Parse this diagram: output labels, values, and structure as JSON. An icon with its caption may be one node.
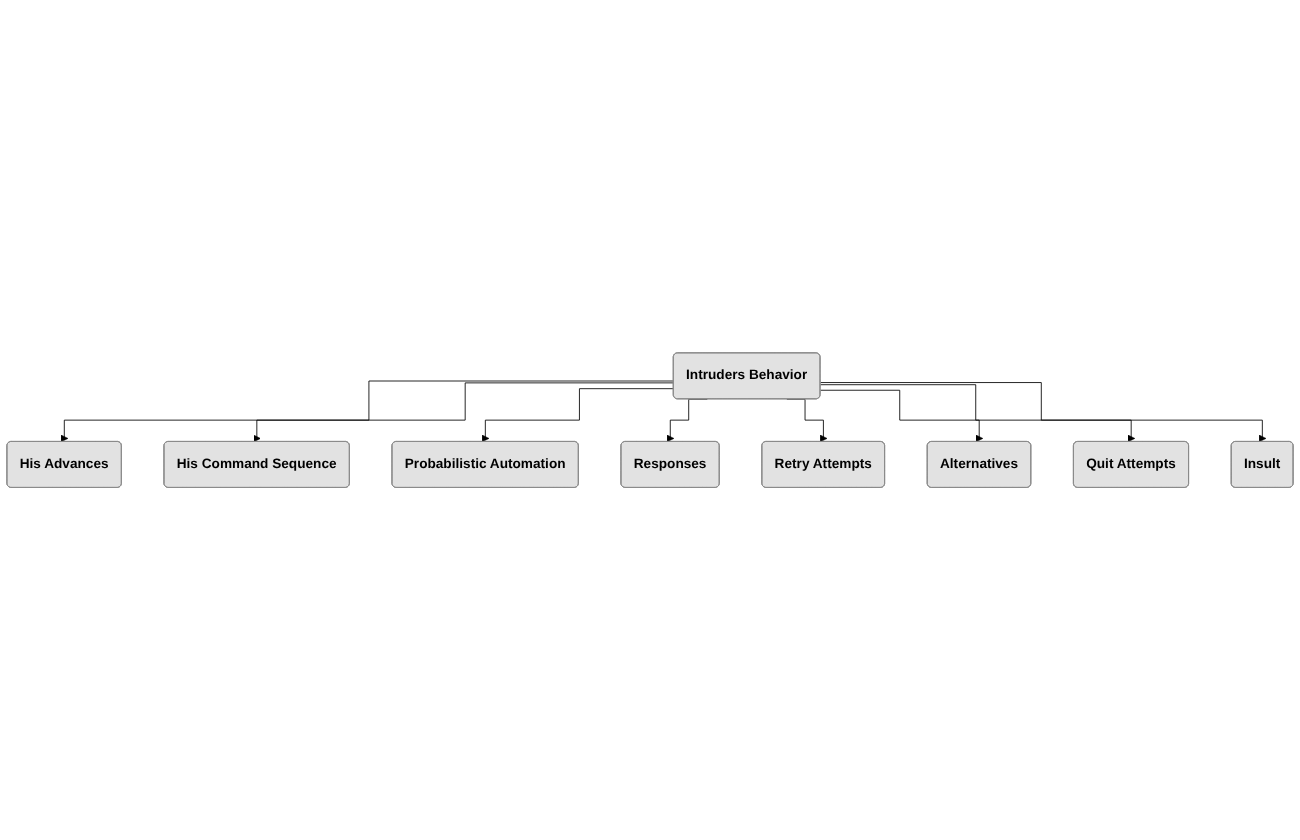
{
  "diagram": {
    "nodes": [
      {
        "text": [
          "Intruders Behavior"
        ]
      },
      {
        "text": [
          "His Advances"
        ]
      },
      {
        "text": [
          "His Command Sequence"
        ]
      },
      {
        "text": [
          "Probabilistic Automation"
        ]
      },
      {
        "text": [
          "Responses"
        ]
      },
      {
        "text": [
          "Retry Attempts"
        ]
      },
      {
        "text": [
          "Alternatives"
        ]
      },
      {
        "text": [
          "Quit Attempts"
        ]
      },
      {
        "text": [
          "Insult"
        ]
      }
    ],
    "edges": [
      {
        "from": 0,
        "to": 1,
        "arrow": "to"
      },
      {
        "from": 0,
        "to": 2,
        "arrow": "to"
      },
      {
        "from": 0,
        "to": 3,
        "arrow": "to"
      },
      {
        "from": 0,
        "to": 4,
        "arrow": "to"
      },
      {
        "from": 0,
        "to": 5,
        "arrow": "to"
      },
      {
        "from": 0,
        "to": 6,
        "arrow": "to"
      },
      {
        "from": 0,
        "to": 7,
        "arrow": "to"
      },
      {
        "from": 0,
        "to": 8,
        "arrow": "to"
      }
    ]
  }
}
